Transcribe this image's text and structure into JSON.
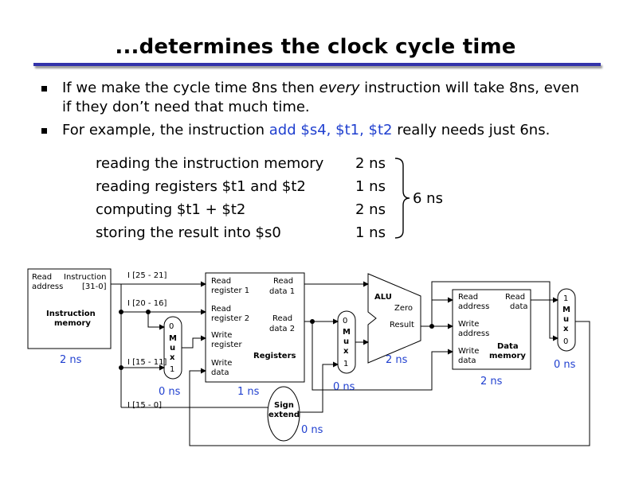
{
  "title": "...determines the clock cycle time",
  "bullets": {
    "b1_pre": "If we make the cycle time 8ns then ",
    "b1_em": "every",
    "b1_post": " instruction will take 8ns, even",
    "b1_line2": "if they don’t need that much time.",
    "b2_pre": "For example, the instruction ",
    "b2_code": "add $s4, $t1, $t2",
    "b2_post": " really needs just 6ns."
  },
  "timing": {
    "rows": [
      {
        "task": "reading the instruction memory",
        "time": "2 ns"
      },
      {
        "task": "reading registers $t1 and $t2",
        "time": "1 ns"
      },
      {
        "task": "computing $t1 + $t2",
        "time": "2 ns"
      },
      {
        "task": "storing the result into $s0",
        "time": "1 ns"
      }
    ],
    "total": "6 ns"
  },
  "diagram": {
    "imem": {
      "read": "Read",
      "address": "address",
      "instruction": "Instruction",
      "bits": "[31-0]",
      "name1": "Instruction",
      "name2": "memory",
      "delay": "2 ns"
    },
    "fields": {
      "f1": "I [25 - 21]",
      "f2": "I [20 - 16]",
      "f3": "I [15 - 11]",
      "f4": "I [15 - 0]"
    },
    "mux1": {
      "top": "0",
      "m": "M",
      "u": "u",
      "x": "x",
      "bottom": "1",
      "delay": "0 ns"
    },
    "regs": {
      "rr1a": "Read",
      "rr1b": "register 1",
      "rr2a": "Read",
      "rr2b": "register 2",
      "wra": "Write",
      "wrb": "register",
      "wda": "Write",
      "wdb": "data",
      "rd1a": "Read",
      "rd1b": "data 1",
      "rd2a": "Read",
      "rd2b": "data 2",
      "name": "Registers",
      "delay": "1 ns"
    },
    "sign": {
      "l1": "Sign",
      "l2": "extend",
      "delay": "0 ns"
    },
    "mux2": {
      "top": "0",
      "m": "M",
      "u": "u",
      "x": "x",
      "bottom": "1",
      "delay": "0 ns"
    },
    "alu": {
      "name": "ALU",
      "zero": "Zero",
      "result": "Result",
      "delay": "2 ns"
    },
    "dmem": {
      "ra": "Read",
      "rb": "address",
      "rda": "Read",
      "rdb": "data",
      "wa": "Write",
      "wb": "address",
      "wda": "Write",
      "wdb": "data",
      "n1": "Data",
      "n2": "memory",
      "delay": "2 ns"
    },
    "mux3": {
      "top": "1",
      "m": "M",
      "u": "u",
      "x": "x",
      "bottom": "0",
      "delay": "0 ns"
    }
  }
}
